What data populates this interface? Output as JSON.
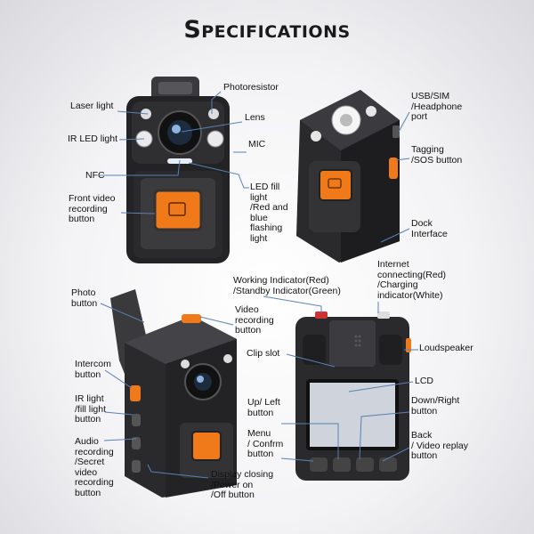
{
  "title": "Specifications",
  "labels": {
    "laser_light": "Laser light",
    "photoresistor": "Photoresistor",
    "lens": "Lens",
    "ir_led_light": "IR LED light",
    "mic": "MIC",
    "nfc": "NFC",
    "led_fill_light": [
      "LED fill",
      "light",
      "/Red and",
      "blue",
      "flashing",
      "light"
    ],
    "front_video_button": [
      "Front video",
      "recording",
      "button"
    ],
    "usb_sim": [
      "USB/SIM",
      "/Headphone",
      "port"
    ],
    "tagging": [
      "Tagging",
      "/SOS button"
    ],
    "dock": [
      "Dock",
      "Interface"
    ],
    "working_indicator": [
      "Working Indicator(Red)",
      "/Standby Indicator(Green)"
    ],
    "internet_indicator": [
      "Internet",
      "connecting(Red)",
      "/Charging",
      "indicator(White)"
    ],
    "photo_button": [
      "Photo",
      "button"
    ],
    "video_button": [
      "Video",
      "recording",
      "button"
    ],
    "intercom": [
      "Intercom",
      "button"
    ],
    "ir_fill_button": [
      "IR light",
      "/fill light",
      "button"
    ],
    "audio_button": [
      "Audio",
      "recording",
      "/Secret",
      "video",
      "recording",
      "button"
    ],
    "display_closing": [
      "Display closing",
      "/Power on",
      "/Off button"
    ],
    "clip_slot": "Clip slot",
    "loudspeaker": "Loudspeaker",
    "lcd": "LCD",
    "up_left": [
      "Up/ Left",
      "button"
    ],
    "down_right": [
      "Down/Right",
      "button"
    ],
    "menu_confirm": [
      "Menu",
      "/ Confrm",
      "button"
    ],
    "back_replay": [
      "Back",
      "/ Video replay",
      "button"
    ]
  },
  "colors": {
    "accent": "#f07a1a",
    "body": "#2a2a2c",
    "body_light": "#4a4a4e",
    "leader": "#5a7fb6"
  }
}
